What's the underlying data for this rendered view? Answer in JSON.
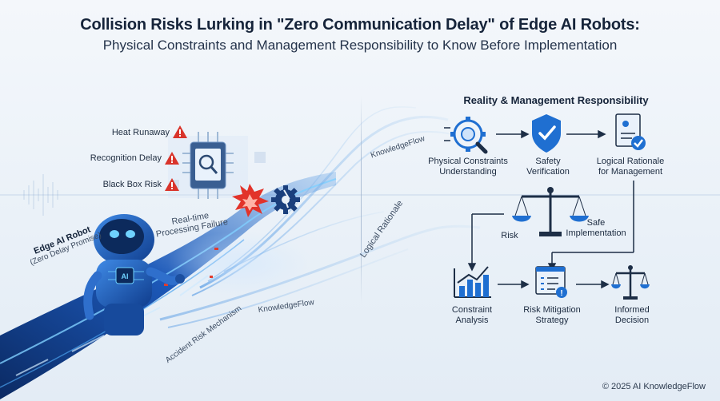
{
  "header": {
    "title": "Collision Risks Lurking in \"Zero Communication Delay\" of Edge AI Robots:",
    "subtitle": "Physical Constraints and Management Responsibility to Know Before Implementation"
  },
  "left_panel": {
    "risks": [
      {
        "label": "Heat Runaway",
        "icon": "warning-icon"
      },
      {
        "label": "Recognition Delay",
        "icon": "warning-icon"
      },
      {
        "label": "Black Box Risk",
        "icon": "warning-icon"
      }
    ],
    "flow_labels": {
      "knowledgeflow_top": "KnowledgeFlow",
      "knowledgeflow_bottom": "KnowledgeFlow",
      "logical_rationale": "Logical Rationale",
      "realtime_failure_line1": "Real-time",
      "realtime_failure_line2": "Processing Failure",
      "accident_mechanism": "Accident Risk Mechanism"
    },
    "robot": {
      "name": "Edge AI Robot",
      "promise": "(Zero Delay Promise)",
      "chest_label": "AI"
    }
  },
  "right_panel": {
    "title": "Reality & Management Responsibility",
    "nodes": {
      "physical": {
        "line1": "Physical Constraints",
        "line2": "Understanding",
        "icon": "magnifier-gear-icon"
      },
      "safety": {
        "line1": "Safety",
        "line2": "Verification",
        "icon": "shield-check-icon"
      },
      "rationale": {
        "line1": "Logical Rationale",
        "line2": "for Management",
        "icon": "document-check-icon"
      },
      "scale": {
        "left": "Risk",
        "right_line1": "Safe",
        "right_line2": "Implementation",
        "icon": "balance-scale-icon"
      },
      "constraint": {
        "line1": "Constraint",
        "line2": "Analysis",
        "icon": "bar-chart-icon"
      },
      "mitigation": {
        "line1": "Risk Mitigation",
        "line2": "Strategy",
        "icon": "checklist-icon"
      },
      "decision": {
        "line1": "Informed",
        "line2": "Decision",
        "icon": "small-scale-icon"
      }
    }
  },
  "footer": {
    "copyright": "© 2025 AI KnowledgeFlow"
  },
  "colors": {
    "accent_blue": "#1f6fd1",
    "dark_navy": "#16243a",
    "warning_red": "#d9342b"
  }
}
